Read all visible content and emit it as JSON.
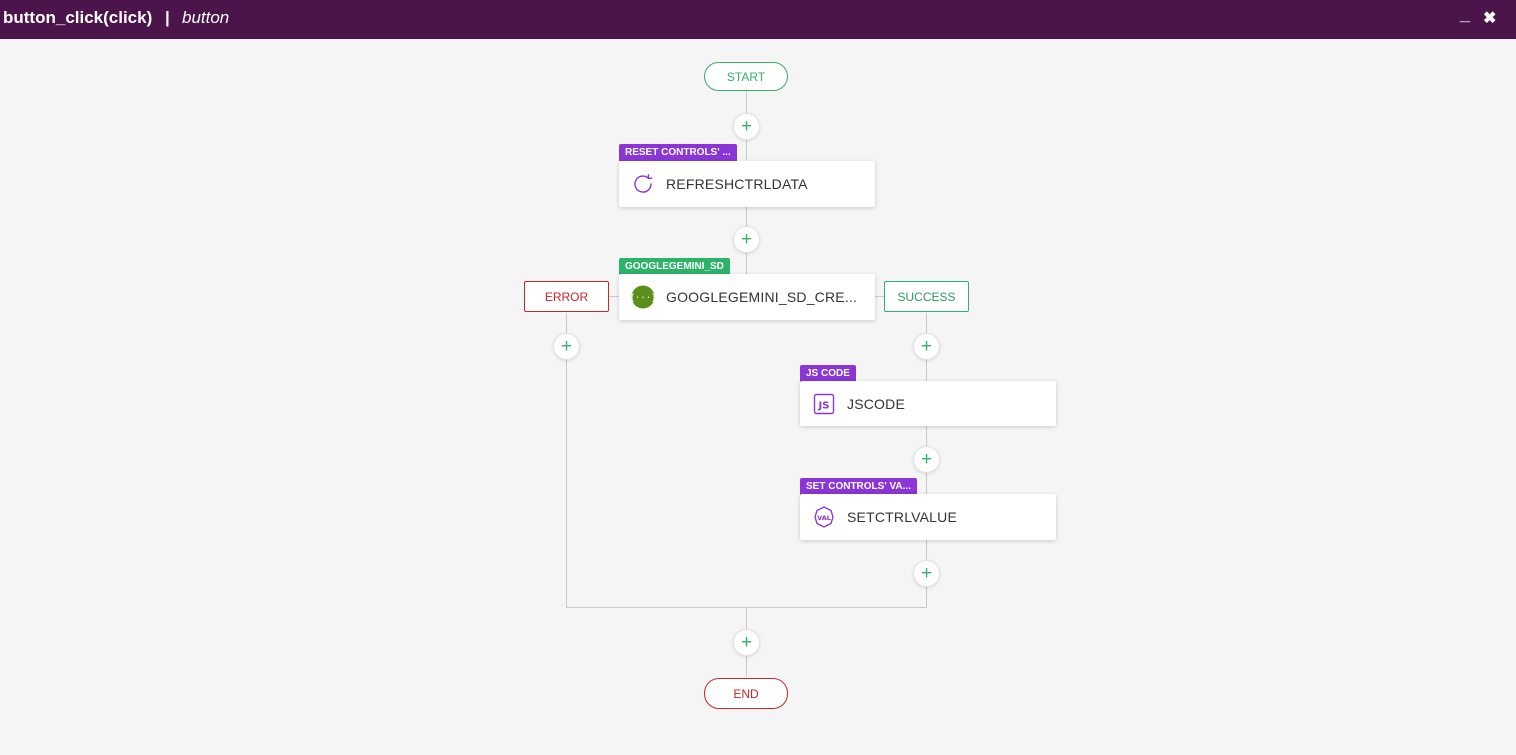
{
  "window": {
    "title": "button_click(click)",
    "separator": "|",
    "subtitle": "button",
    "minimize_label": "_",
    "close_label": "✖"
  },
  "flow": {
    "start_label": "START",
    "end_label": "END",
    "add_step_label": "+",
    "nodes": [
      {
        "tag": "RESET CONTROLS' ...",
        "label": "REFRESHCTRLDATA",
        "icon": "refresh-icon"
      },
      {
        "tag": "GOOGLEGEMINI_SD",
        "label": "GOOGLEGEMINI_SD_CRE...",
        "icon": "api-icon"
      },
      {
        "tag": "JS CODE",
        "label": "JSCODE",
        "icon": "js-icon"
      },
      {
        "tag": "SET CONTROLS' VA...",
        "label": "SETCTRLVALUE",
        "icon": "val-icon"
      }
    ],
    "branches": {
      "error_label": "ERROR",
      "success_label": "SUCCESS"
    },
    "colors": {
      "titlebar": "#4b154c",
      "accent_green": "#35b06b",
      "error_red": "#c62828",
      "tag_purple": "#8b35d7",
      "tag_green": "#2cb36a"
    }
  }
}
